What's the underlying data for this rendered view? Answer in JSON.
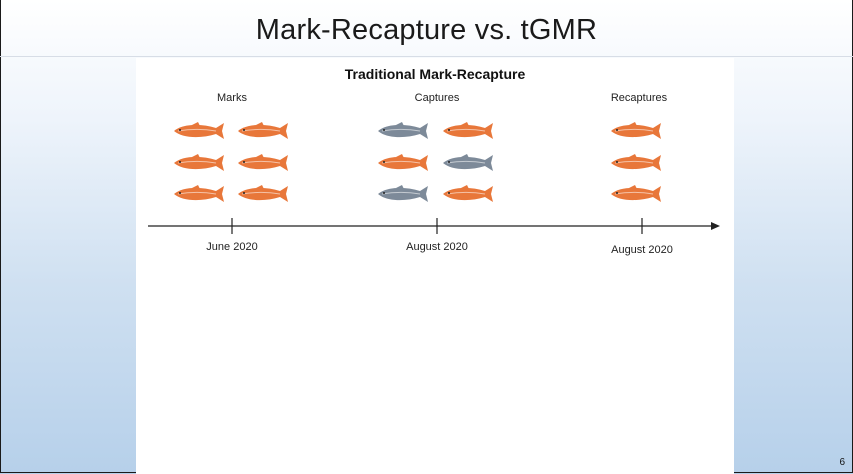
{
  "slide": {
    "title": "Mark-Recapture vs. tGMR",
    "page_number": "6"
  },
  "diagram": {
    "title": "Traditional Mark-Recapture",
    "columns": [
      {
        "label": "Marks",
        "date": "June 2020"
      },
      {
        "label": "Captures",
        "date": "August 2020"
      },
      {
        "label": "Recaptures",
        "date": "August 2020"
      }
    ],
    "fish_groups": [
      {
        "column": "Marks",
        "rows": [
          [
            "orange",
            "orange"
          ],
          [
            "orange",
            "orange"
          ],
          [
            "orange",
            "orange"
          ]
        ]
      },
      {
        "column": "Captures",
        "rows": [
          [
            "gray",
            "orange"
          ],
          [
            "orange",
            "gray"
          ],
          [
            "gray",
            "orange"
          ]
        ]
      },
      {
        "column": "Recaptures",
        "rows": [
          [
            "orange"
          ],
          [
            "orange"
          ],
          [
            "orange"
          ]
        ]
      }
    ],
    "colors": {
      "marked_fish": "#e8773a",
      "unmarked_fish": "#7d8a99"
    }
  }
}
